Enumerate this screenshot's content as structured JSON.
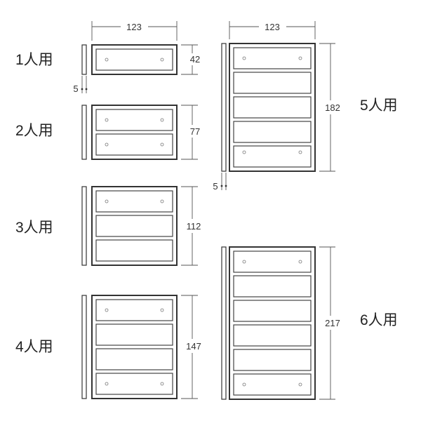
{
  "units": [
    {
      "label": "1人用",
      "slots": 1,
      "height_dim": "42"
    },
    {
      "label": "2人用",
      "slots": 2,
      "height_dim": "77"
    },
    {
      "label": "3人用",
      "slots": 3,
      "height_dim": "112"
    },
    {
      "label": "4人用",
      "slots": 4,
      "height_dim": "147"
    },
    {
      "label": "5人用",
      "slots": 5,
      "height_dim": "182"
    },
    {
      "label": "6人用",
      "slots": 6,
      "height_dim": "217"
    }
  ],
  "width_dim": "123",
  "depth_dim": "5",
  "colors": {
    "line": "#333333",
    "background": "#ffffff"
  }
}
